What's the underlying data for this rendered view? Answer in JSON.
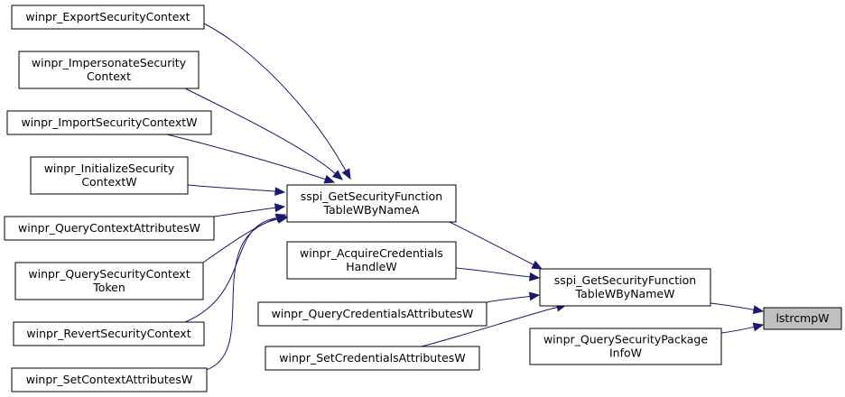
{
  "nodes": [
    {
      "id": "export",
      "lines": [
        "winpr_ExportSecurityContext"
      ],
      "highlight": false
    },
    {
      "id": "impersonate",
      "lines": [
        "winpr_ImpersonateSecurity",
        "Context"
      ],
      "highlight": false
    },
    {
      "id": "import",
      "lines": [
        "winpr_ImportSecurityContextW"
      ],
      "highlight": false
    },
    {
      "id": "initialize",
      "lines": [
        "winpr_InitializeSecurity",
        "ContextW"
      ],
      "highlight": false
    },
    {
      "id": "querycontext",
      "lines": [
        "winpr_QueryContextAttributesW"
      ],
      "highlight": false
    },
    {
      "id": "querysecctx",
      "lines": [
        "winpr_QuerySecurityContext",
        "Token"
      ],
      "highlight": false
    },
    {
      "id": "revert",
      "lines": [
        "winpr_RevertSecurityContext"
      ],
      "highlight": false
    },
    {
      "id": "setcontext",
      "lines": [
        "winpr_SetContextAttributesW"
      ],
      "highlight": false
    },
    {
      "id": "sspiA",
      "lines": [
        "sspi_GetSecurityFunction",
        "TableWByNameA"
      ],
      "highlight": false
    },
    {
      "id": "acquire",
      "lines": [
        "winpr_AcquireCredentials",
        "HandleW"
      ],
      "highlight": false
    },
    {
      "id": "querycred",
      "lines": [
        "winpr_QueryCredentialsAttributesW"
      ],
      "highlight": false
    },
    {
      "id": "setcred",
      "lines": [
        "winpr_SetCredentialsAttributesW"
      ],
      "highlight": false
    },
    {
      "id": "sspiW",
      "lines": [
        "sspi_GetSecurityFunction",
        "TableWByNameW"
      ],
      "highlight": false
    },
    {
      "id": "querypkg",
      "lines": [
        "winpr_QuerySecurityPackage",
        "InfoW"
      ],
      "highlight": false
    },
    {
      "id": "lstrcmpw",
      "lines": [
        "lstrcmpW"
      ],
      "highlight": true
    }
  ],
  "edges": [
    {
      "from": "export",
      "to": "sspiA"
    },
    {
      "from": "impersonate",
      "to": "sspiA"
    },
    {
      "from": "import",
      "to": "sspiA"
    },
    {
      "from": "initialize",
      "to": "sspiA"
    },
    {
      "from": "querycontext",
      "to": "sspiA"
    },
    {
      "from": "querysecctx",
      "to": "sspiA"
    },
    {
      "from": "revert",
      "to": "sspiA"
    },
    {
      "from": "setcontext",
      "to": "sspiA"
    },
    {
      "from": "sspiA",
      "to": "sspiW"
    },
    {
      "from": "acquire",
      "to": "sspiW"
    },
    {
      "from": "querycred",
      "to": "sspiW"
    },
    {
      "from": "setcred",
      "to": "sspiW"
    },
    {
      "from": "sspiW",
      "to": "lstrcmpw"
    },
    {
      "from": "querypkg",
      "to": "lstrcmpw"
    }
  ],
  "colors": {
    "edge": "#191970",
    "highlight_fill": "#bfbfbf"
  }
}
